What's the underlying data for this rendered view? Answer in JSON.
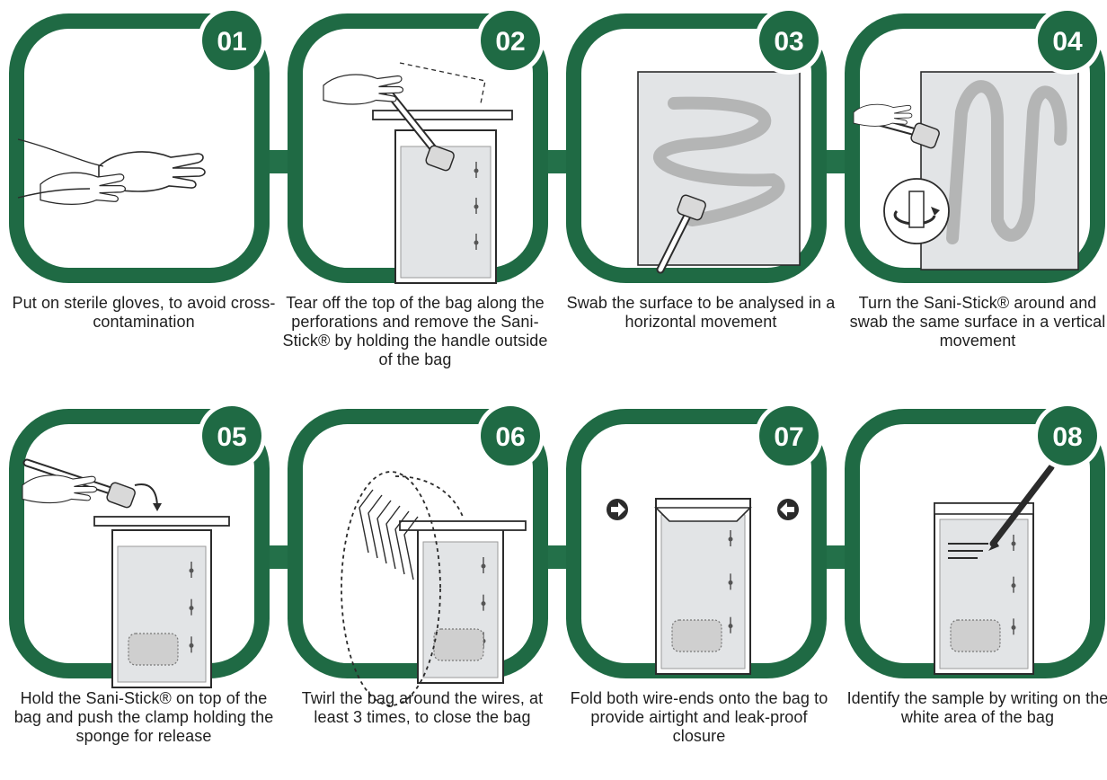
{
  "colors": {
    "frame_green": "#1f6a44",
    "arrow_green": "#237049",
    "badge_text": "#ffffff",
    "panel_gray": "#e2e4e6",
    "line_dark": "#2b2b2b"
  },
  "steps": [
    {
      "number": "01",
      "caption": "Put on sterile gloves, to avoid cross-contamination",
      "icon": "gloves-icon"
    },
    {
      "number": "02",
      "caption": "Tear off the top of the bag along the perforations and remove the Sani-Stick® by holding the handle outside of the bag",
      "icon": "tear-bag-icon"
    },
    {
      "number": "03",
      "caption": "Swab the surface to be analysed in a horizontal movement",
      "icon": "horizontal-swab-icon"
    },
    {
      "number": "04",
      "caption": "Turn the Sani-Stick® around and swab the same surface in a vertical movement",
      "icon": "vertical-swab-icon"
    },
    {
      "number": "05",
      "caption": "Hold the Sani-Stick® on top of the bag and push the clamp holding the sponge for release",
      "icon": "release-sponge-icon"
    },
    {
      "number": "06",
      "caption": "Twirl the bag around the wires, at least 3 times, to close the bag",
      "icon": "twirl-bag-icon"
    },
    {
      "number": "07",
      "caption": "Fold both wire-ends onto the bag to provide airtight and leak-proof closure",
      "icon": "fold-wires-icon"
    },
    {
      "number": "08",
      "caption": "Identify the sample by writing on the white area of the bag",
      "icon": "write-label-icon"
    }
  ]
}
